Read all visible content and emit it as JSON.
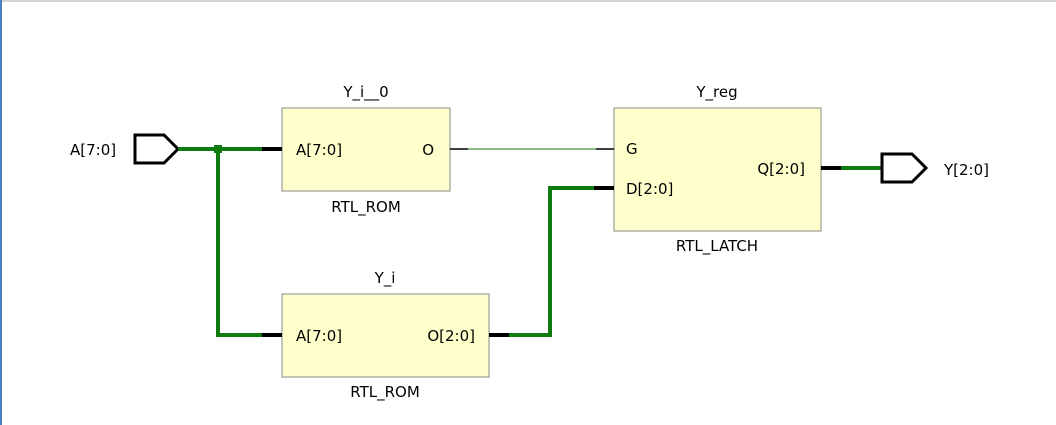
{
  "colors": {
    "wire": "#0f7a0f",
    "block_fill": "#ffffcc",
    "block_border": "#8a8a8a",
    "frame_left": "#4a7fc1",
    "frame_top": "#d6d6d6"
  },
  "ports": {
    "input": {
      "name": "A[7:0]"
    },
    "output": {
      "name": "Y[2:0]"
    }
  },
  "blocks": {
    "rom_top": {
      "instance": "Y_i__0",
      "type": "RTL_ROM",
      "pin_in": "A[7:0]",
      "pin_out": "O"
    },
    "rom_bottom": {
      "instance": "Y_i",
      "type": "RTL_ROM",
      "pin_in": "A[7:0]",
      "pin_out": "O[2:0]"
    },
    "latch": {
      "instance": "Y_reg",
      "type": "RTL_LATCH",
      "pin_g": "G",
      "pin_d": "D[2:0]",
      "pin_q": "Q[2:0]"
    }
  }
}
